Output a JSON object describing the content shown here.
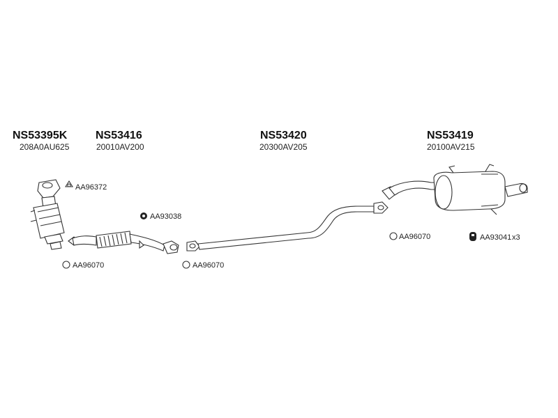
{
  "parts": [
    {
      "part_number": "NS53395K",
      "oem": "208A0AU625"
    },
    {
      "part_number": "NS53416",
      "oem": "20010AV200"
    },
    {
      "part_number": "NS53420",
      "oem": "20300AV205"
    },
    {
      "part_number": "NS53419",
      "oem": "20100AV215"
    }
  ],
  "accessories": [
    {
      "code": "AA96372",
      "icon": "clamp-icon"
    },
    {
      "code": "AA93038",
      "icon": "nut-icon"
    },
    {
      "code": "AA96070",
      "icon": "gasket-ring-icon"
    },
    {
      "code": "AA96070",
      "icon": "gasket-ring-icon"
    },
    {
      "code": "AA96070",
      "icon": "gasket-ring-icon"
    },
    {
      "code": "AA93041",
      "icon": "rubber-hanger-icon",
      "qty": "x3"
    }
  ],
  "colors": {
    "line": "#333333",
    "text": "#111111"
  }
}
